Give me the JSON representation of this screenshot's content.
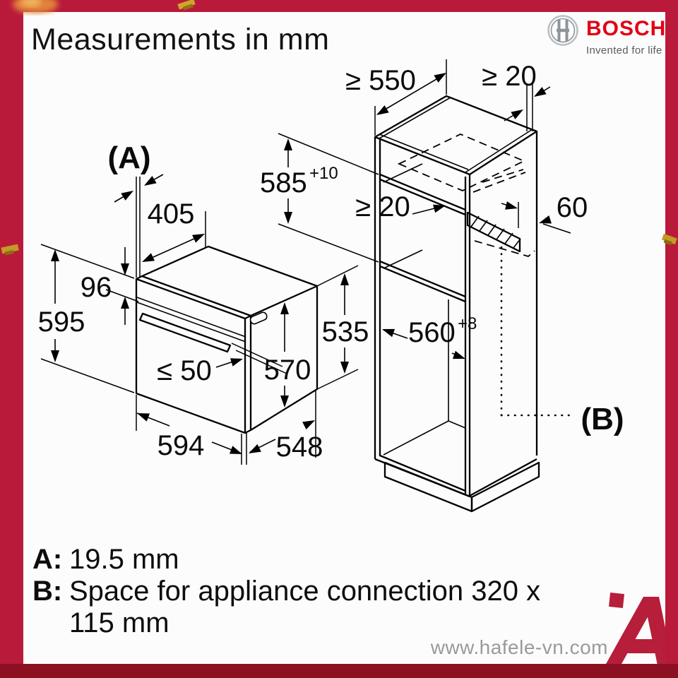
{
  "frame": {
    "bg_color": "#b91a3a",
    "bottom_bar_color": "#8c1022",
    "panel_color": "#fcfcfc",
    "confetti_gold": "#c9a22b",
    "confetti_orange": "#e2893b"
  },
  "header": {
    "title": "Measurements in mm"
  },
  "brand": {
    "logo_icon": "bosch-armature-icon",
    "name": "BOSCH",
    "name_color": "#e20015",
    "tagline": "Invented for life"
  },
  "diagram": {
    "oven": {
      "label_a": "(A)",
      "d405": "405",
      "d96": "96",
      "d595": "595",
      "le50": "≤ 50",
      "d570": "570",
      "d535": "535",
      "d594": "594",
      "d548": "548"
    },
    "cabinet": {
      "d550": "≥ 550",
      "d20_top": "≥ 20",
      "d585": "585",
      "d585_sup": "+10",
      "d20_mid": "≥ 20",
      "d60": "60",
      "d560": "560",
      "d560_sup": "+8",
      "label_b": "(B)"
    }
  },
  "legend": {
    "a_key": "A:",
    "a_value": "19.5 mm",
    "b_key": "B:",
    "b_value_line1": "Space for appliance connection 320 x",
    "b_value_line2": "115 mm"
  },
  "watermark": {
    "site": "www.hafele-vn.com",
    "logo": "hafele-a-logo"
  }
}
